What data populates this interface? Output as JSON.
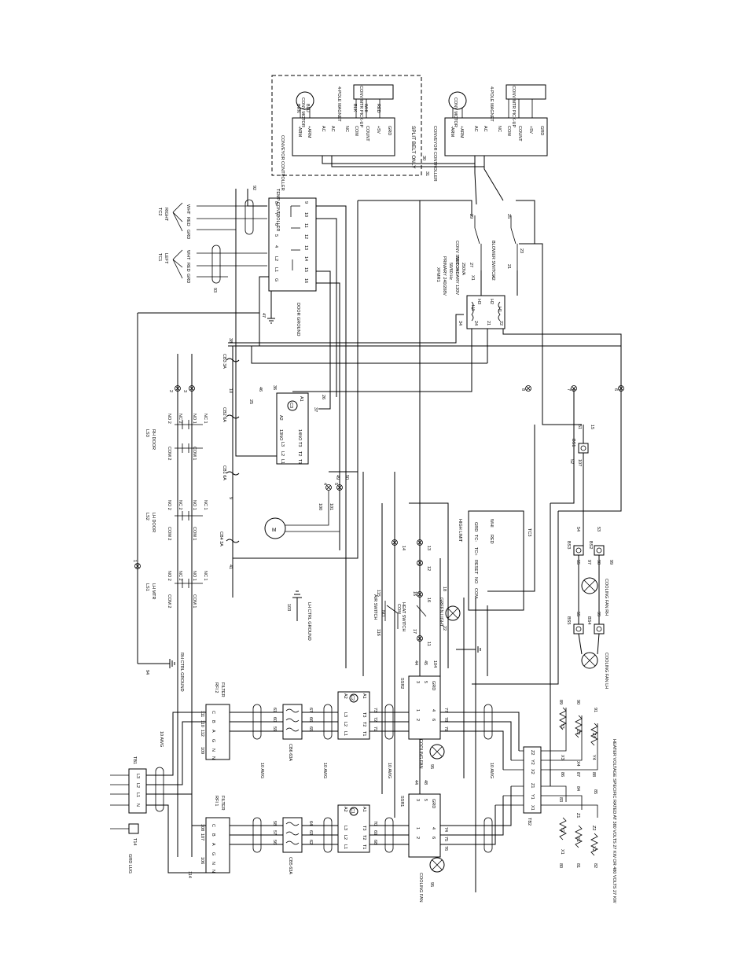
{
  "diagram": {
    "conveyor_area": {
      "split_belt_only": "SPLIT BELT ONLY",
      "controller_label": "CONVEYOR CONTROLLER",
      "motor_label": "CONV MOTOR",
      "magnet_label": "4-POLE MAGNET",
      "pickup_label": "CONV MTR PICK-UP",
      "terminals": [
        "-ARM",
        "+ARM",
        "AC",
        "AC",
        "NC",
        "COM",
        "COUNT",
        "+5V",
        "GRD"
      ],
      "wire_colors": [
        "BRN",
        "BLU",
        "BLK",
        "WHI",
        "RED"
      ],
      "wire_numbers": [
        "30",
        "31"
      ]
    },
    "temp_controller": {
      "title": "TEMP CONTROLLER",
      "left_terminals": [
        "8+",
        "7-",
        "6",
        "5",
        "4",
        "L2",
        "L1",
        "G"
      ],
      "right_terminals": [
        "9",
        "10",
        "11",
        "12",
        "13",
        "14",
        "15",
        "16"
      ],
      "wires": [
        "92",
        "93",
        "38",
        "39",
        "40",
        "41",
        "42",
        "43",
        "44",
        "46"
      ]
    },
    "thermocouples": [
      {
        "name": "TC2",
        "side": "RIGHT",
        "leads": [
          "WHT",
          "RED",
          "GRD"
        ]
      },
      {
        "name": "TC1",
        "side": "LEFT",
        "leads": [
          "WHT",
          "RED",
          "GRD"
        ]
      }
    ],
    "door_ground": {
      "label": "DOOR GROUND",
      "wire": "47"
    },
    "transformer": {
      "name": "XFMR1",
      "primary": "PRIMARY 240/208V",
      "hz": "50/60 Hz",
      "secondary": "SECONDARY 120V",
      "va": "250VA",
      "terminals": [
        "H4",
        "H3",
        "H2",
        "H1",
        "X1",
        "X2"
      ],
      "wires": [
        "34",
        "24",
        "21",
        "22",
        "23",
        "27",
        "28"
      ]
    },
    "switches": [
      {
        "label": "CONV SWITCH",
        "wires": [
          "29",
          "27",
          "22"
        ]
      },
      {
        "label": "BLOWER SWITCH",
        "wires": [
          "25",
          "23",
          "21"
        ]
      }
    ],
    "breakers": [
      {
        "label": "CB3 3A",
        "wire": "38"
      },
      {
        "label": "CB2 6A",
        "wire": "10"
      },
      {
        "label": "CB1 6A",
        "wire": "9"
      },
      {
        "label": "CB4 3A",
        "wire": "41"
      },
      {
        "label": "CB6 63A",
        "wires": [
          "61",
          "60",
          "59",
          "67",
          "66",
          "65"
        ]
      },
      {
        "label": "CB5 63A",
        "wires": [
          "58",
          "57",
          "56",
          "64",
          "63",
          "62"
        ]
      }
    ],
    "contactor": {
      "coil": "C3",
      "terminals": [
        "A1",
        "A2",
        "13NO",
        "14NO",
        "L3",
        "T3",
        "L2",
        "T2",
        "L1",
        "T1"
      ],
      "wires": [
        "25",
        "26",
        "36",
        "37",
        "46"
      ]
    },
    "limit_switches": [
      {
        "name": "LS3",
        "label": "RH DOOR",
        "contacts": [
          "NO 2",
          "NC 2",
          "COM 2",
          "COM 1",
          "NO 1",
          "NC 1"
        ]
      },
      {
        "name": "LS2",
        "label": "LH DOOR",
        "contacts": [
          "NO 2",
          "NC 2",
          "COM 2",
          "COM 1",
          "NO 1",
          "NC 1"
        ]
      },
      {
        "name": "LS1",
        "label": "LH MTR",
        "contacts": [
          "NO 2",
          "NC 2",
          "COM 2",
          "COM 1",
          "NO 1",
          "NC 1"
        ]
      }
    ],
    "ground_labels": [
      "RH CTRL GROUND",
      "LH CTRL GROUND"
    ],
    "ground_wires": [
      "94",
      "103"
    ],
    "motor_label": "M",
    "motor_wires": [
      "100",
      "101",
      "49",
      "50"
    ],
    "quick_connects": [
      "1",
      "2",
      "3",
      "4",
      "5",
      "6",
      "7",
      "8",
      "9",
      "10",
      "11",
      "12",
      "13",
      "14",
      "15",
      "16",
      "17"
    ],
    "high_limit": {
      "label": "HIGH LIMIT",
      "terminals": [
        "GRD",
        "WHI",
        "RED",
        "TC-",
        "TC+",
        "RESET",
        "NO",
        "COM"
      ],
      "name": "TC3"
    },
    "lights": [
      {
        "label": "GREEN LIGHT",
        "wires": [
          "18",
          "22"
        ]
      }
    ],
    "air_switch": {
      "label": "AIR SWITCH",
      "contacts": [
        "NO",
        "COM"
      ],
      "wires": [
        "115",
        "116"
      ]
    },
    "heat_switch": {
      "label": "HEAT SWITCH",
      "wires": [
        "16",
        "17"
      ]
    },
    "blower_sensors": [
      {
        "name": "BS1",
        "wires": [
          "51",
          "107",
          "52",
          "15"
        ]
      },
      {
        "name": "BS2",
        "wires": [
          "53",
          "98",
          "99"
        ]
      },
      {
        "name": "BS3",
        "wires": [
          "54",
          "55",
          "97"
        ]
      },
      {
        "name": "BS4",
        "wires": [
          "99"
        ]
      },
      {
        "name": "BS5",
        "wires": [
          "55"
        ]
      }
    ],
    "cooling_fans": [
      {
        "label": "COOLING FAN RH"
      },
      {
        "label": "COOLING FAN LH"
      },
      {
        "label": "COOLING FAN",
        "wire": "95"
      },
      {
        "label": "COOLING FAN",
        "wire": "95"
      }
    ],
    "ssr": [
      {
        "name": "SSR2",
        "terminals": [
          "3",
          "5",
          "GRD",
          "1",
          "2",
          "4",
          "6"
        ],
        "wires": [
          "44",
          "45",
          "104",
          "73",
          "74",
          "75",
          "76",
          "77",
          "78",
          "79"
        ]
      },
      {
        "name": "SSR1",
        "terminals": [
          "3",
          "5",
          "GRD",
          "1",
          "2",
          "4",
          "6"
        ],
        "wires": [
          "44",
          "48",
          "105",
          "70",
          "74",
          "75",
          "76"
        ]
      }
    ],
    "contactors_main": [
      {
        "name": "C2",
        "terminals": [
          "A1",
          "A2",
          "L1",
          "L2",
          "L3",
          "T1",
          "T2",
          "T3"
        ],
        "wires": [
          "71",
          "72",
          "73"
        ]
      },
      {
        "name": "C1",
        "terminals": [
          "A1",
          "A2",
          "L1",
          "L2",
          "L3",
          "T1",
          "T2",
          "T3"
        ],
        "wires": [
          "68",
          "69",
          "70"
        ]
      }
    ],
    "filters": [
      {
        "name": "RFI 2",
        "label": "FILTER",
        "terminals": [
          "C",
          "B",
          "A",
          "G",
          "N",
          "N"
        ],
        "wires": [
          "111",
          "110",
          "112",
          "109"
        ]
      },
      {
        "name": "RFI 1",
        "label": "FILTER",
        "terminals": [
          "C",
          "B",
          "A",
          "G",
          "N",
          "N"
        ],
        "wires": [
          "108",
          "107",
          "106",
          "114"
        ]
      }
    ],
    "terminal_block_1": {
      "name": "TB1",
      "terminals": [
        "L3",
        "L2",
        "L1",
        "N"
      ]
    },
    "terminal_block_2": {
      "name": "TB2",
      "terminals": [
        "Z2",
        "Y2",
        "X2",
        "Z1",
        "Y1",
        "X1"
      ]
    },
    "grd_lug": {
      "label": "GRD LUG",
      "name": "T14"
    },
    "awg_labels": [
      "10 AWG",
      "10 AWG",
      "10 AWG",
      "10 AWG",
      "10 AWG",
      "10 AWG",
      "10 AWG"
    ],
    "heaters": [
      "X3",
      "Y3",
      "Z3",
      "X4",
      "Y4",
      "Z4",
      "X1",
      "Y1",
      "Z1",
      "X2",
      "Y2",
      "Z2"
    ],
    "heater_wires": [
      "80",
      "81",
      "82",
      "83",
      "84",
      "85",
      "86",
      "87",
      "88",
      "89",
      "90",
      "91"
    ],
    "heater_note": "HEATER VOLTAGE SPECIFIC RATED AT 380 VOLTS 27 KW OR 480 VOLTS 27 KW"
  }
}
